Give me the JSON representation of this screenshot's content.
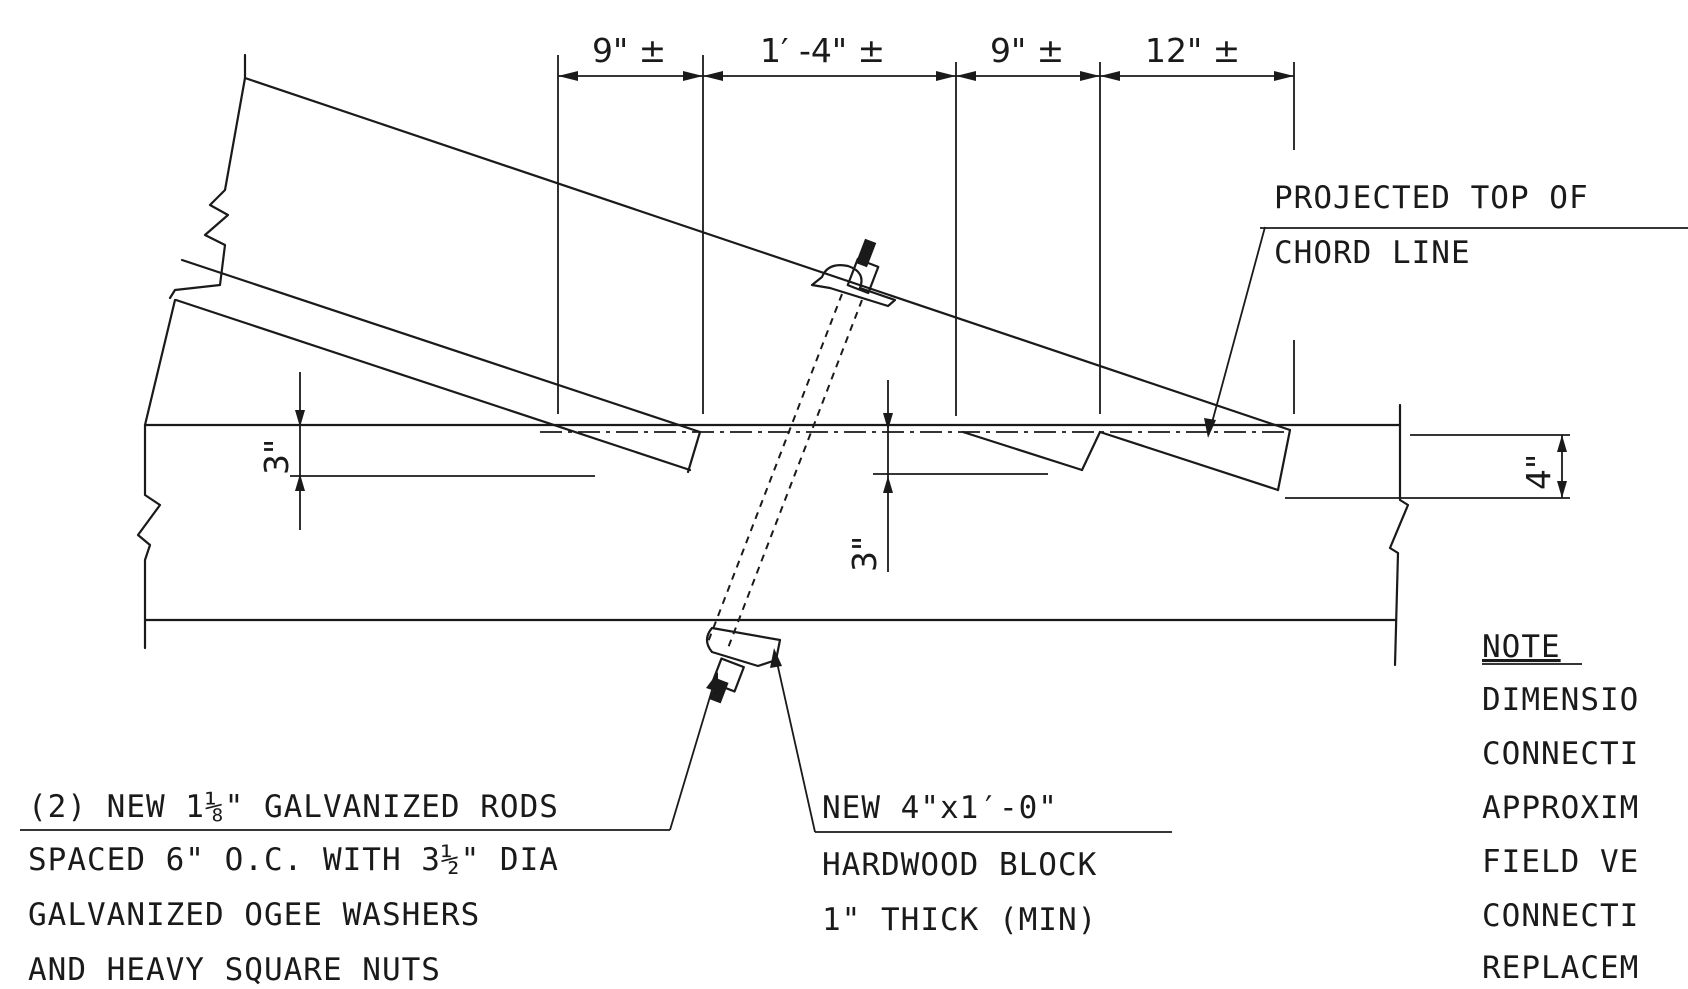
{
  "dimensions_top": {
    "d1": "9\" ±",
    "d2": "1′ -4\" ±",
    "d3": "9\" ±",
    "d4": "12\" ±"
  },
  "dimensions_side": {
    "left_notch": "3\"",
    "mid_notch": "3\"",
    "right_depth": "4\""
  },
  "label_projected": {
    "line1": "PROJECTED TOP OF",
    "line2": "CHORD LINE"
  },
  "label_rods": {
    "line1": "(2) NEW 1⅛\" GALVANIZED RODS",
    "line2": "SPACED 6\" O.C. WITH 3½\" DIA",
    "line3": "GALVANIZED OGEE WASHERS",
    "line4": "AND HEAVY SQUARE NUTS"
  },
  "label_block": {
    "line1": "NEW 4\"x1′-0\"",
    "line2": "HARDWOOD BLOCK",
    "line3": "1\" THICK (MIN)"
  },
  "note": {
    "title": "NOTE",
    "line1": "DIMENSIO",
    "line2": "CONNECTI",
    "line3": "APPROXIM",
    "line4": "FIELD VE",
    "line5": "CONNECTI",
    "line6": "REPLACEM"
  }
}
